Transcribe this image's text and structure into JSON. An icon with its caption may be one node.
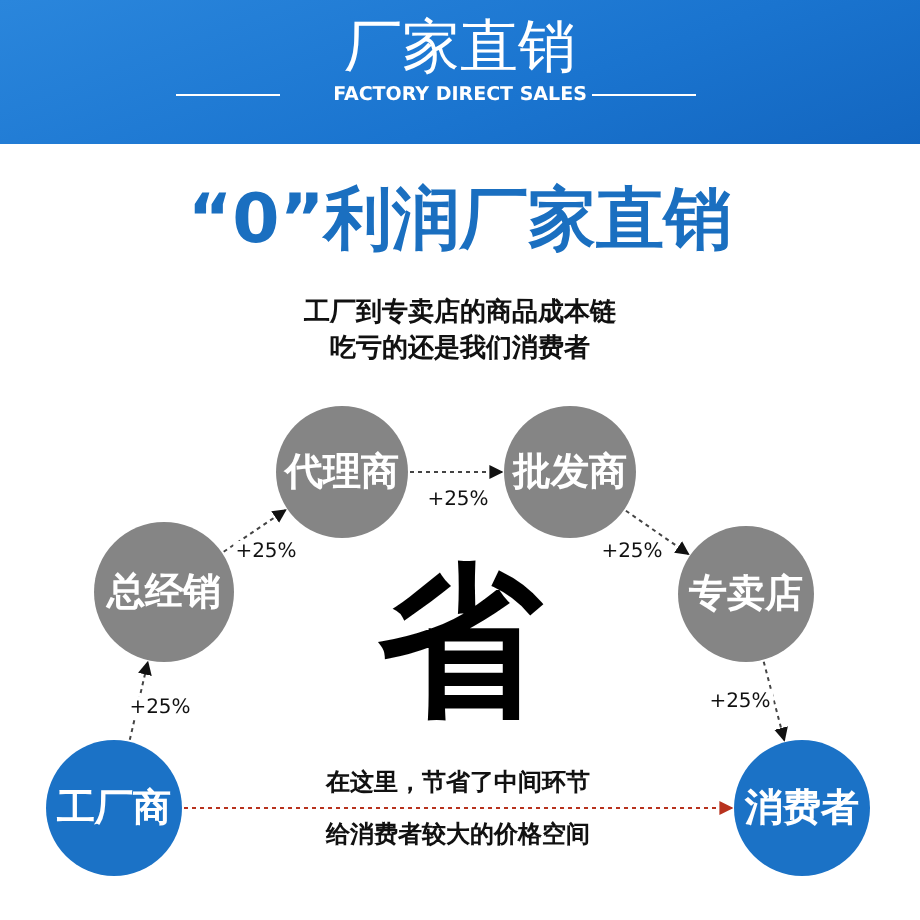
{
  "diagram": {
    "title": "厂家直销",
    "nodes": [
      {
        "text": [
          "工厂商"
        ]
      },
      {
        "text": [
          "总经销"
        ]
      },
      {
        "text": [
          "代理商"
        ]
      },
      {
        "text": [
          "批发商"
        ]
      },
      {
        "text": [
          "专卖店"
        ]
      },
      {
        "text": [
          "消费者"
        ]
      }
    ],
    "edges": [
      {
        "from": 0,
        "to": 1,
        "arrow": "to",
        "label": "+25%",
        "style": "dashed"
      },
      {
        "from": 1,
        "to": 2,
        "arrow": "to",
        "label": "+25%",
        "style": "dashed"
      },
      {
        "from": 2,
        "to": 3,
        "arrow": "to",
        "label": "+25%",
        "style": "dashed"
      },
      {
        "from": 3,
        "to": 4,
        "arrow": "to",
        "label": "+25%",
        "style": "dashed"
      },
      {
        "from": 4,
        "to": 5,
        "arrow": "to",
        "label": "+25%",
        "style": "dashed"
      },
      {
        "from": 0,
        "to": 5,
        "arrow": "to",
        "label": "在这里，节省了中间环节给消费者较大的价格空间",
        "style": "dashed",
        "color": "#b8321e"
      }
    ],
    "labels": [
      "FACTORY DIRECT SALES",
      "“0”利润厂家直销",
      "工厂到专卖店的商品成本链吃亏的还是我们消费者",
      "省"
    ]
  }
}
